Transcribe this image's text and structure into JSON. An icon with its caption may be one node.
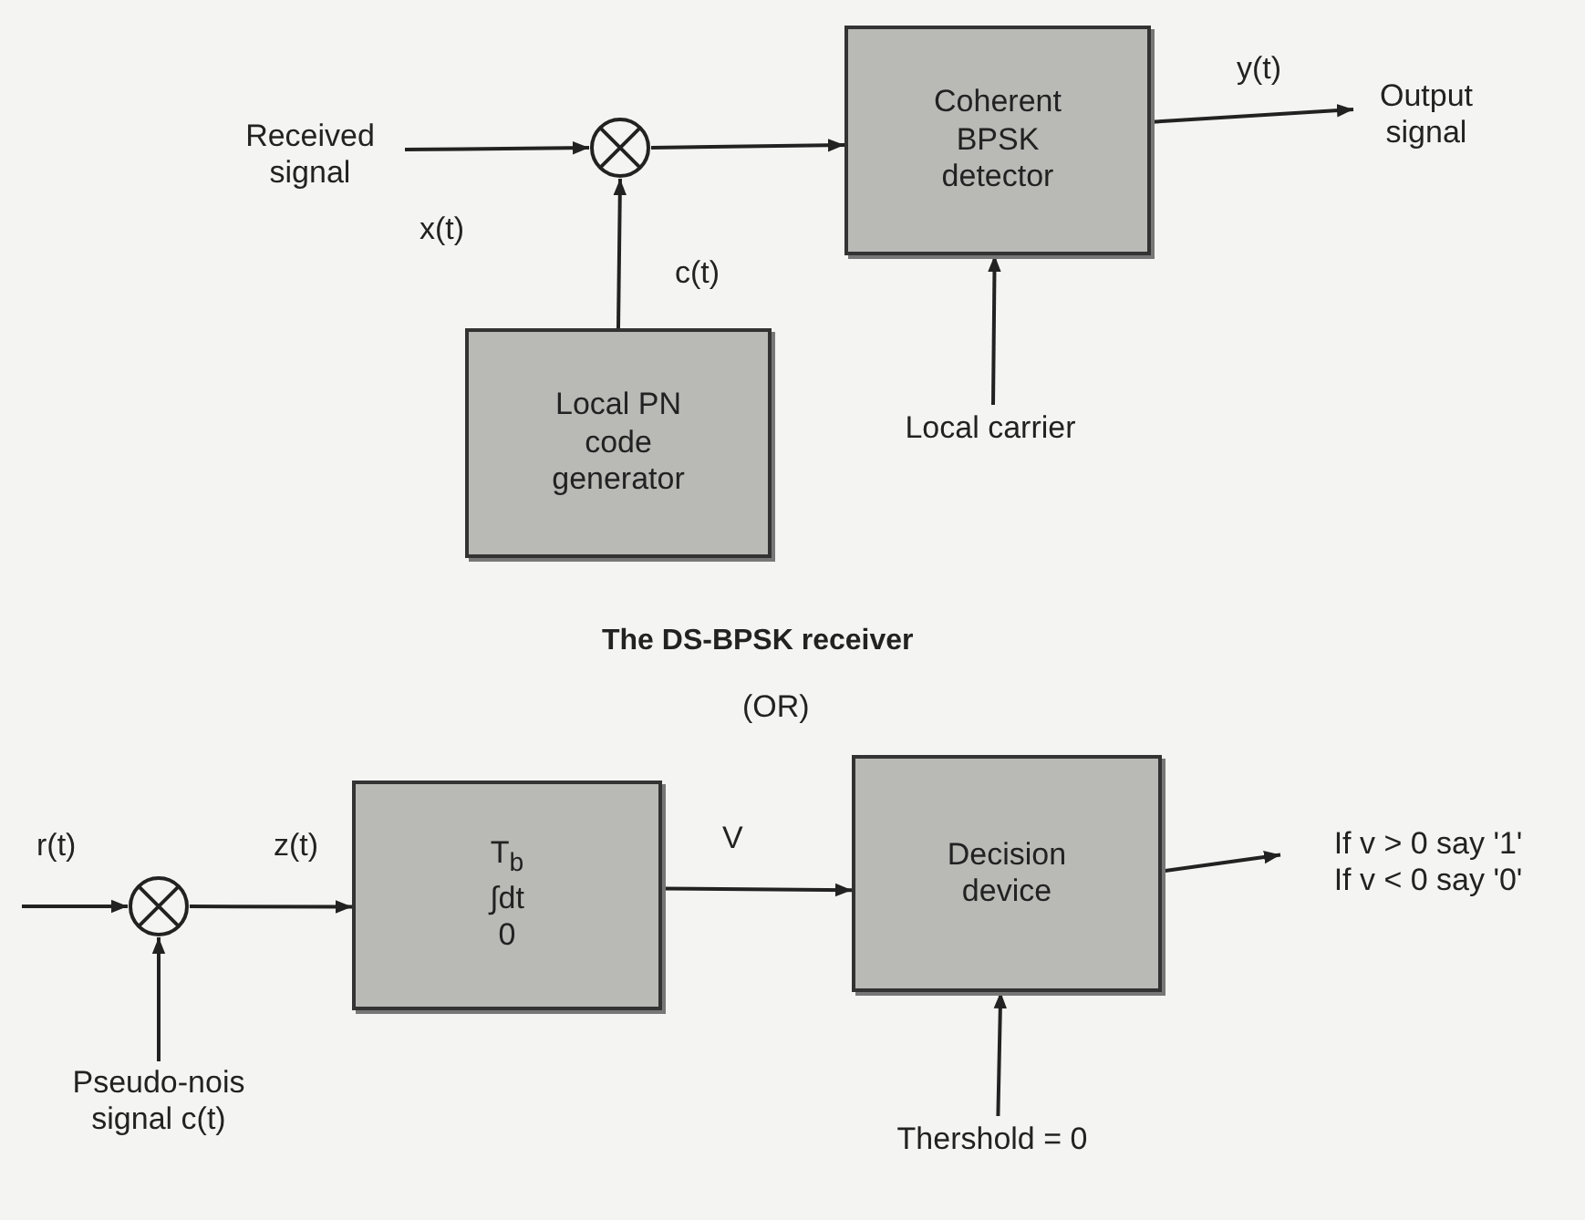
{
  "diagram": {
    "caption": "The DS-BPSK receiver",
    "nodes": [
      {
        "text": [
          "Received signal"
        ]
      },
      {
        "text": [],
        "shape": "circle"
      },
      {
        "text": [
          "Coherent BPSK detector"
        ]
      },
      {
        "text": [
          "Output signal"
        ]
      },
      {
        "text": [
          "Local PN code generator"
        ]
      },
      {
        "text": [
          "Local carrier"
        ]
      },
      {
        "text": [],
        "shape": "circle"
      },
      {
        "text": [
          "T$_{b}$",
          "∫dt",
          "0"
        ]
      },
      {
        "text": [
          "Decision device"
        ]
      },
      {
        "text": [
          "If v > 0 say '1'",
          "If v < 0 say '0'"
        ]
      },
      {
        "text": [
          "Pseudo-nois signal c(t)"
        ]
      },
      {
        "text": [
          "Thershold = 0"
        ]
      }
    ],
    "edges": [
      {
        "from": 0,
        "to": 1,
        "arrow": "to",
        "label": "x(t)"
      },
      {
        "from": 1,
        "to": 2,
        "arrow": "to"
      },
      {
        "from": 4,
        "to": 1,
        "arrow": "to",
        "label": "c(t)"
      },
      {
        "from": 2,
        "to": 3,
        "arrow": "to",
        "label": "y(t)"
      },
      {
        "from": 5,
        "to": 2,
        "arrow": "to"
      },
      {
        "from": null,
        "to": 6,
        "arrow": "to",
        "label": "r(t)"
      },
      {
        "from": 6,
        "to": 7,
        "arrow": "to",
        "label": "z(t)"
      },
      {
        "from": 7,
        "to": 8,
        "arrow": "to",
        "label": "V"
      },
      {
        "from": 8,
        "to": 9,
        "arrow": "to"
      },
      {
        "from": 10,
        "to": 6,
        "arrow": "to"
      },
      {
        "from": 11,
        "to": 8,
        "arrow": "to"
      }
    ],
    "labels": [
      "(OR)"
    ]
  }
}
